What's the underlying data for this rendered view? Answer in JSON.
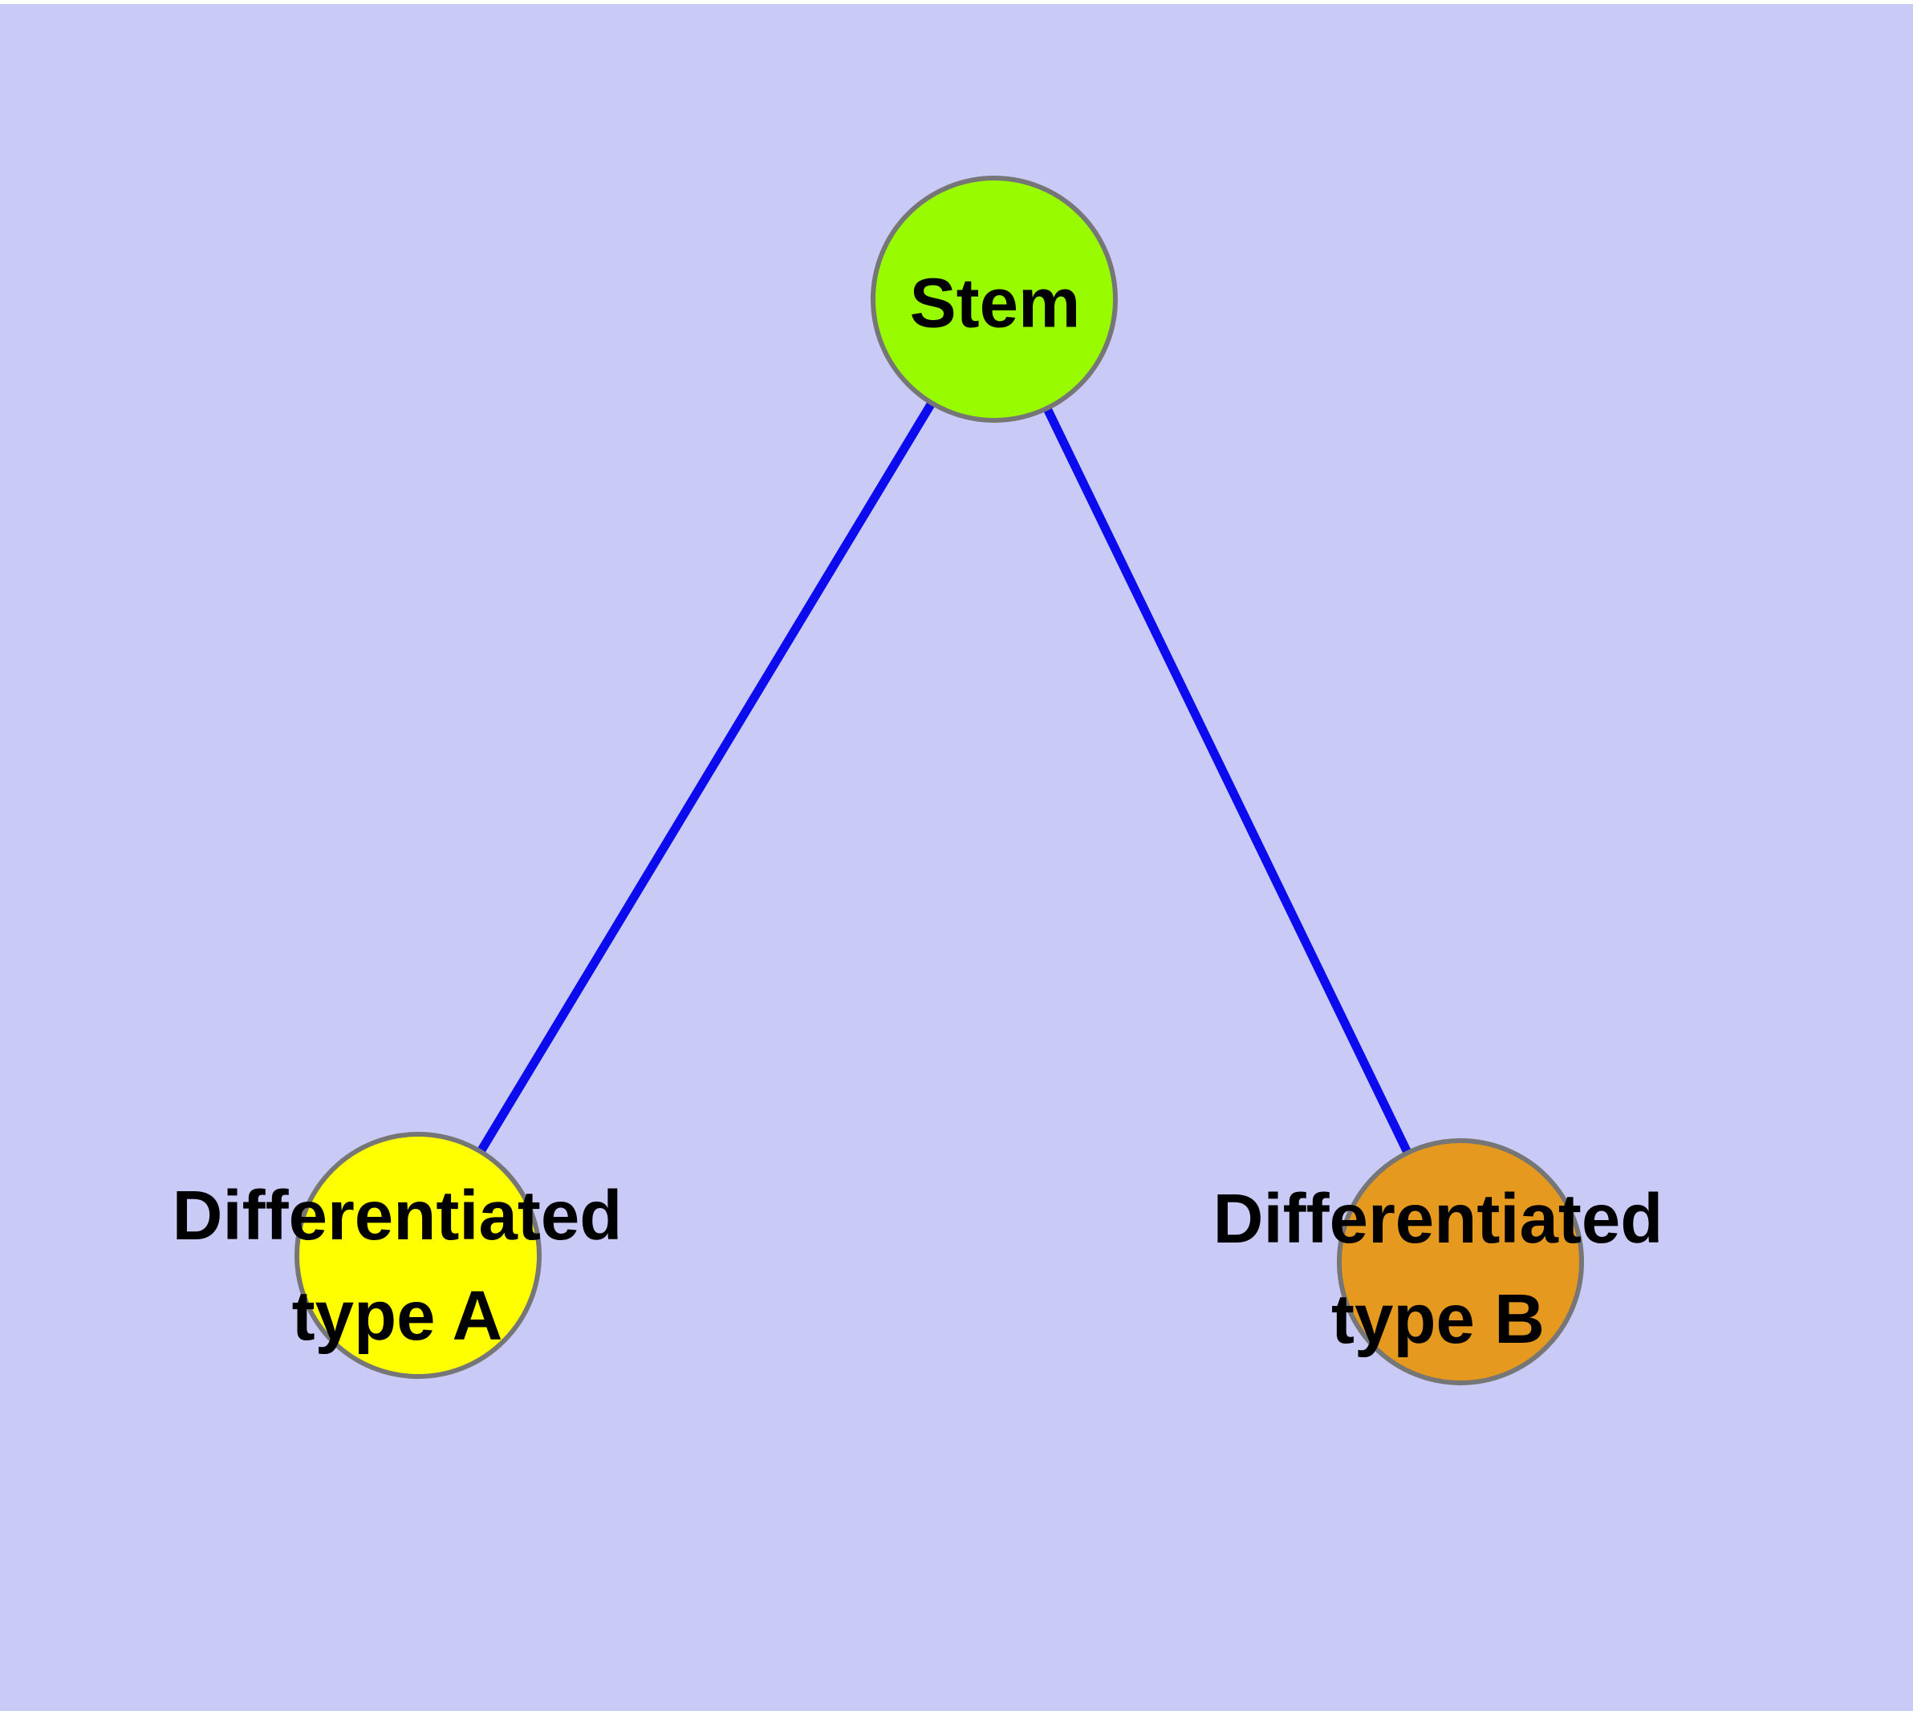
{
  "diagram": {
    "background_color": "#cacaf6",
    "margin_color": "#ffffff",
    "edge_color": "#0b0bee",
    "node_border_color": "#767676",
    "nodes": [
      {
        "id": "stem",
        "label": "Stem",
        "fill": "#99fb00"
      },
      {
        "id": "type-a",
        "label": "Differentiated\ntype A",
        "fill": "#ffff00"
      },
      {
        "id": "type-b",
        "label": "Differentiated\ntype B",
        "fill": "#e6991f"
      }
    ],
    "edges": [
      {
        "from": "stem",
        "to": "type-a"
      },
      {
        "from": "stem",
        "to": "type-b"
      }
    ]
  }
}
